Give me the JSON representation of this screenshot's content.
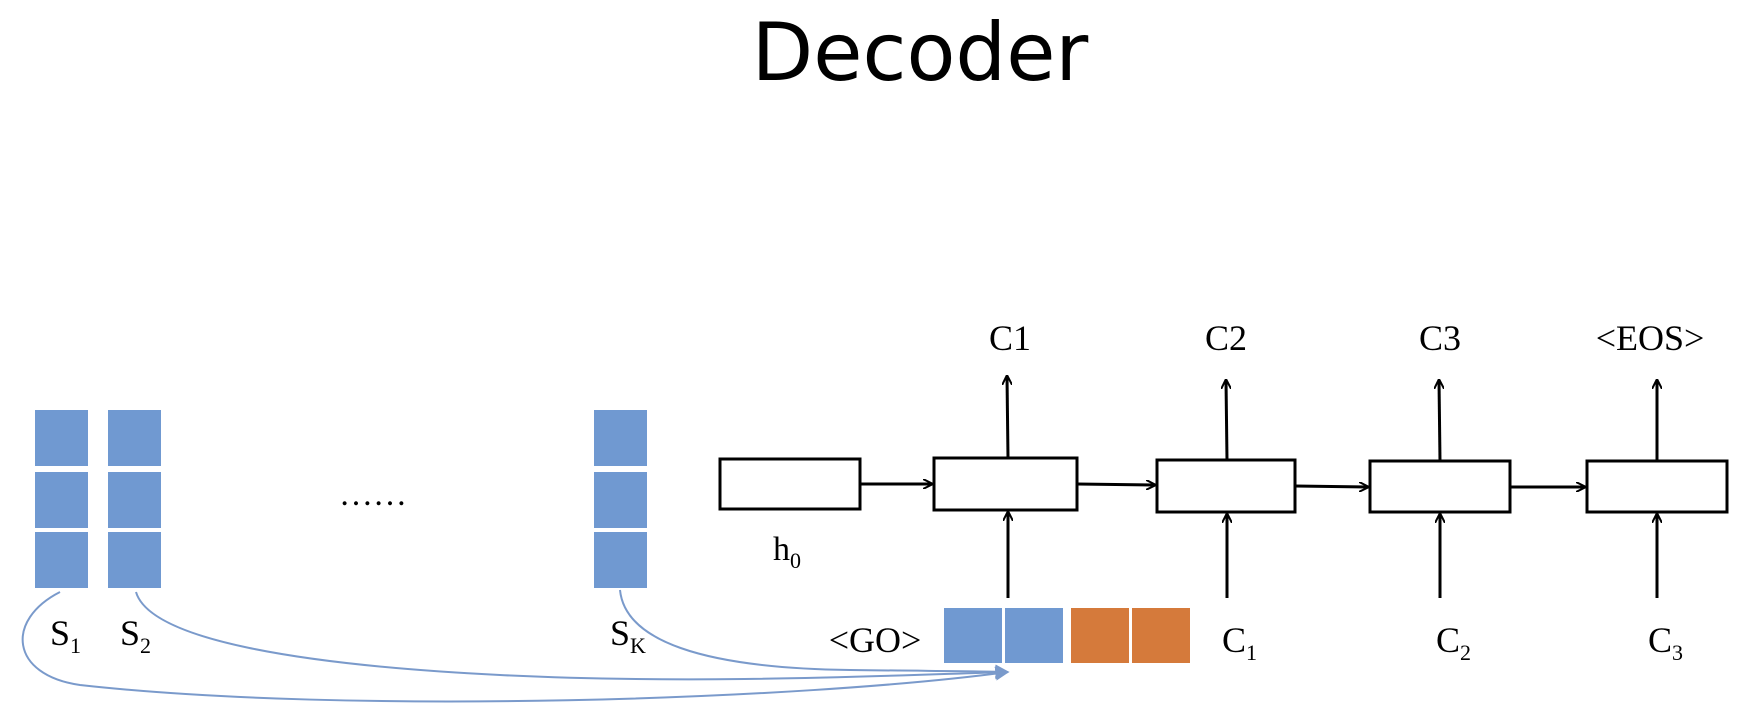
{
  "title": "Decoder",
  "colors": {
    "blue_block": "#7099d1",
    "orange_block": "#d57a3b",
    "stroke": "#000000",
    "curve": "#7a9acb"
  },
  "states": [
    {
      "main": "S",
      "sub": "1"
    },
    {
      "main": "S",
      "sub": "2"
    },
    {
      "main": "S",
      "sub": "K"
    }
  ],
  "ellipsis": "……",
  "h0": {
    "main": "h",
    "sub": "0"
  },
  "outputs": [
    "C1",
    "C2",
    "C3",
    "<EOS>"
  ],
  "inputs": {
    "go": "<GO>",
    "c": [
      {
        "main": "C",
        "sub": "1"
      },
      {
        "main": "C",
        "sub": "2"
      },
      {
        "main": "C",
        "sub": "3"
      }
    ]
  }
}
